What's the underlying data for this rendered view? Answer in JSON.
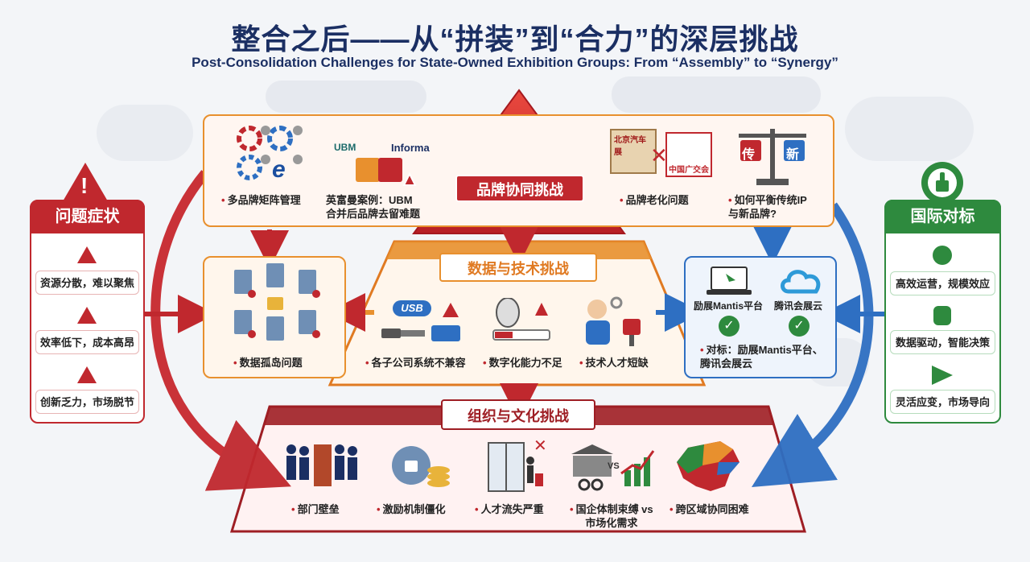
{
  "title": {
    "cn": "整合之后——从“拼装”到“合力”的深层挑战",
    "en": "Post-Consolidation Challenges for State-Owned Exhibition Groups: From “Assembly” to “Synergy”"
  },
  "left_panel": {
    "title": "问题症状",
    "items": [
      "资源分散，难以聚焦",
      "效率低下，成本高昂",
      "创新乏力，市场脱节"
    ]
  },
  "right_panel": {
    "title": "国际对标",
    "items": [
      "高效运营，规模效应",
      "数据驱动，智能决策",
      "灵活应变，市场导向"
    ]
  },
  "brand_tier": {
    "label": "品牌协同挑战",
    "items": [
      {
        "text": "多品牌矩阵管理"
      },
      {
        "text": "英富曼案例：UBM\n合并后品牌去留难题",
        "logo_a": "UBM",
        "logo_b": "Informa"
      },
      {
        "text": "品牌老化问题",
        "sign": "北京汽车展",
        "stamp": "中国广交会"
      },
      {
        "text": "如何平衡传统IP\n与新品牌?",
        "scale_left": "传",
        "scale_right": "新"
      }
    ]
  },
  "data_tier": {
    "label": "数据与技术挑战",
    "items": [
      {
        "text": "数据孤岛问题"
      },
      {
        "text": "各子公司系统不兼容",
        "usb": "USB"
      },
      {
        "text": "数字化能力不足"
      },
      {
        "text": "技术人才短缺"
      }
    ],
    "benchmarks": {
      "platform_a": "励展Mantis平台",
      "platform_b": "腾讯会展云",
      "text": "对标：励展Mantis平台、\n腾讯会展云"
    }
  },
  "org_tier": {
    "label": "组织与文化挑战",
    "items": [
      {
        "text": "部门壁垒"
      },
      {
        "text": "激励机制僵化"
      },
      {
        "text": "人才流失严重"
      },
      {
        "text": "国企体制束缚 vs\n市场化需求",
        "vs": "VS"
      },
      {
        "text": "跨区域协同困难"
      }
    ]
  },
  "colors": {
    "red": "#c0282e",
    "orange": "#e8902e",
    "blue": "#2e6fc2",
    "green": "#2e8a3e",
    "navy": "#1b2f63"
  }
}
